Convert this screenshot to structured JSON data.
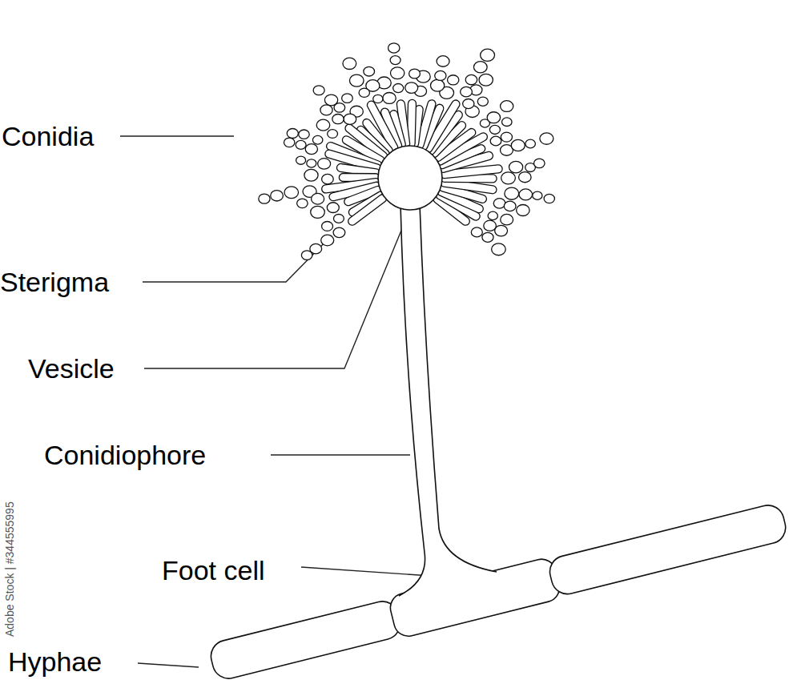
{
  "diagram": {
    "labels": [
      "Conidia",
      "Sterigma",
      "Vesicle",
      "Conidiophore",
      "Foot cell",
      "Hyphae",
      "Adobe Stock | #344555995"
    ]
  }
}
